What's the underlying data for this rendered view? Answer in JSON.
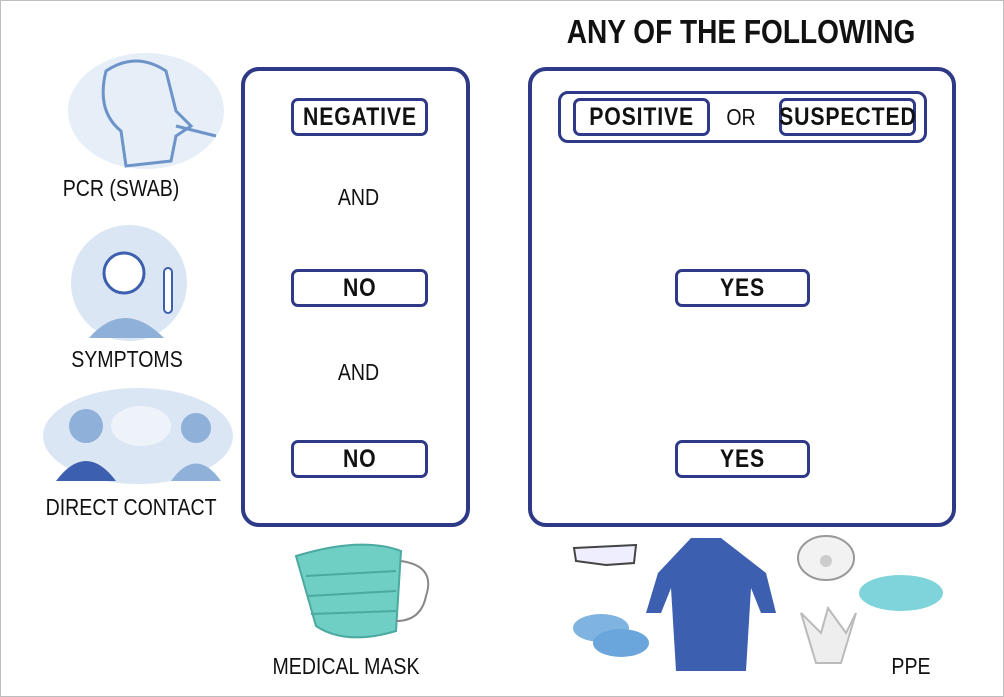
{
  "title": "ANY OF THE FOLLOWING",
  "criteria": [
    {
      "label": "PCR (SWAB)",
      "icon": "swab-test-icon"
    },
    {
      "label": "SYMPTOMS",
      "icon": "fever-symptoms-icon"
    },
    {
      "label": "DIRECT CONTACT",
      "icon": "direct-contact-icon"
    }
  ],
  "mask_panel": {
    "pcr": "NEGATIVE",
    "and1": "AND",
    "symptoms": "NO",
    "and2": "AND",
    "contact": "NO",
    "caption": "MEDICAL MASK"
  },
  "ppe_panel": {
    "positive": "POSITIVE",
    "or": "OR",
    "suspected": "SUSPECTED",
    "symptoms": "YES",
    "contact": "YES",
    "caption": "PPE"
  },
  "colors": {
    "border": "#2e3a87",
    "icon_blue": "#8fb0d8",
    "mask": "#6fcfc4",
    "gown": "#3d5fb0"
  }
}
